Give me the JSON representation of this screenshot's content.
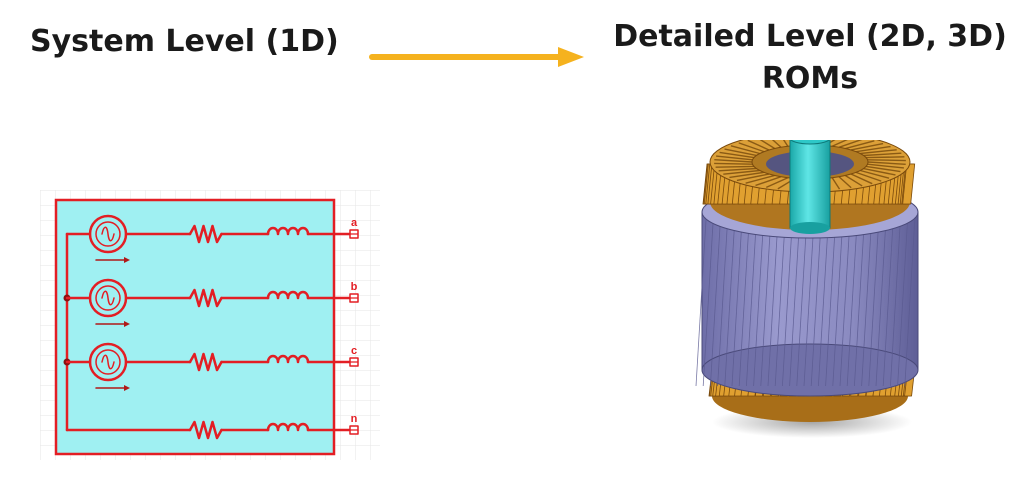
{
  "titles": {
    "system_level": "System Level (1D)",
    "detailed_level_line1": "Detailed Level (2D, 3D)",
    "detailed_level_line2": "ROMs"
  },
  "arrow": {
    "color": "#F5B21E"
  },
  "circuit": {
    "background_color": "#9FF0F2",
    "wire_color": "#E31E24",
    "terminals": [
      "a",
      "b",
      "c",
      "n"
    ]
  },
  "motor": {
    "shaft_color": "#2EC8C8",
    "stator_color": "#8E8EC2",
    "winding_color": "#E0A030"
  }
}
